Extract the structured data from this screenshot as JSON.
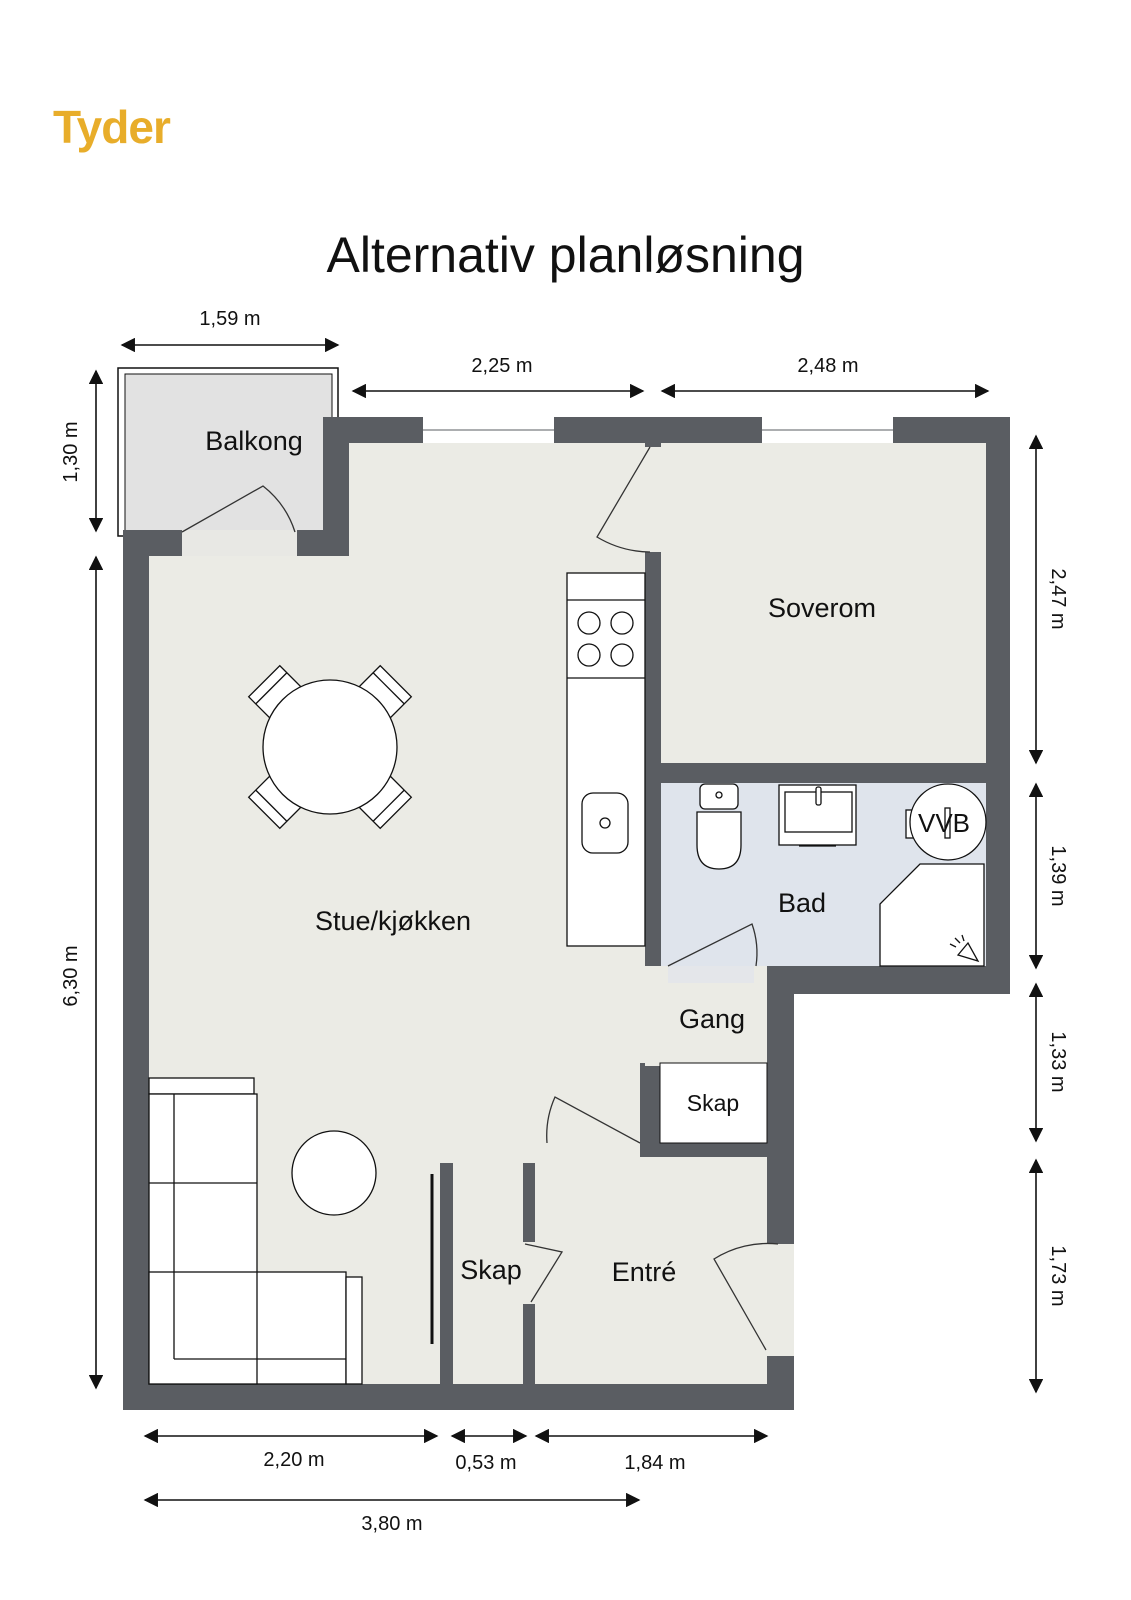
{
  "brand": {
    "logo_text": "Tyder",
    "color": "#e8ad2a"
  },
  "page": {
    "title": "Alternativ planløsning"
  },
  "colors": {
    "wall": "#5a5d62",
    "floor": "#ebebe5",
    "bath_floor": "#dfe4ec",
    "balcony_floor": "#e2e2e2",
    "furniture": "#ffffff"
  },
  "rooms": {
    "balkong": "Balkong",
    "stue": "Stue/kjøkken",
    "soverom": "Soverom",
    "bad": "Bad",
    "vvb": "VVB",
    "gang": "Gang",
    "skap_gang": "Skap",
    "skap_entre": "Skap",
    "entre": "Entré"
  },
  "dimensions": {
    "top_balkong": "1,59 m",
    "top_stue": "2,25 m",
    "top_soverom": "2,48 m",
    "left_balkong": "1,30 m",
    "left_total": "6,30 m",
    "right_soverom": "2,47 m",
    "right_bad": "1,39 m",
    "right_gang": "1,33 m",
    "right_entre": "1,73 m",
    "bottom_stue": "2,20 m",
    "bottom_skap": "0,53 m",
    "bottom_entre": "1,84 m",
    "bottom_total": "3,80 m"
  }
}
